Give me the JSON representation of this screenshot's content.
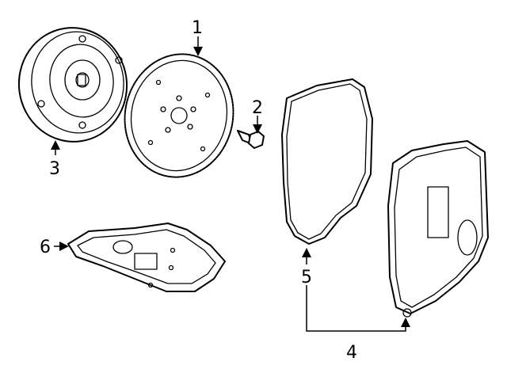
{
  "callouts": {
    "c1": "1",
    "c2": "2",
    "c3": "3",
    "c4": "4",
    "c5": "5",
    "c6": "6"
  },
  "parts": [
    {
      "name": "torque-converter",
      "callout": "3"
    },
    {
      "name": "flexplate",
      "callout": "1"
    },
    {
      "name": "flexplate-bolt",
      "callout": "2"
    },
    {
      "name": "pan-gasket",
      "callout": "5"
    },
    {
      "name": "transmission-pan",
      "callout": "4"
    },
    {
      "name": "filter",
      "callout": "6"
    }
  ],
  "colors": {
    "line": "#000000",
    "background": "#ffffff"
  }
}
